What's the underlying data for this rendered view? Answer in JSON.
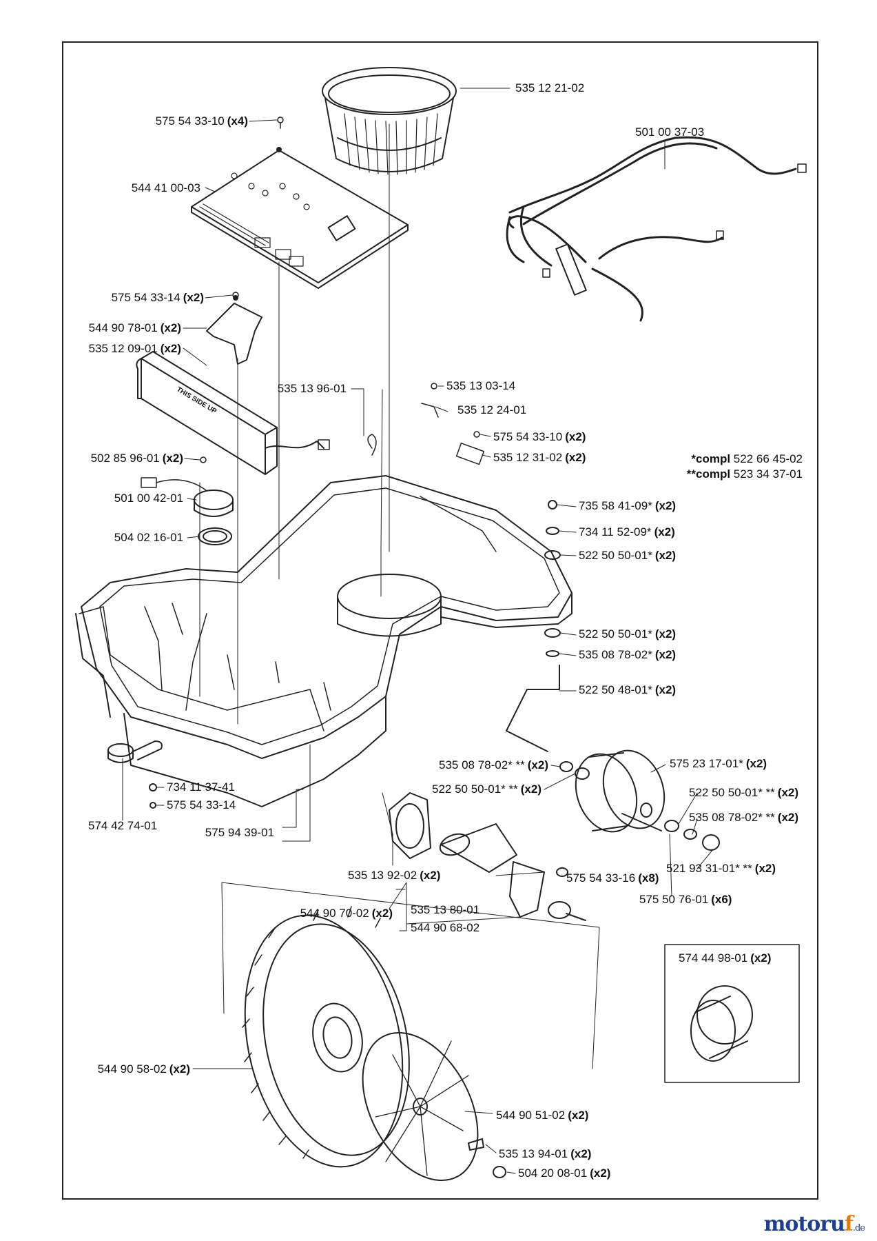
{
  "labels": [
    {
      "id": "l1",
      "part": "535 12 21-02",
      "qty": ""
    },
    {
      "id": "l2",
      "part": "575 54 33-10",
      "qty": "(x4)"
    },
    {
      "id": "l3",
      "part": "501 00 37-03",
      "qty": ""
    },
    {
      "id": "l4",
      "part": "544 41 00-03",
      "qty": ""
    },
    {
      "id": "l5",
      "part": "575 54 33-14",
      "qty": "(x2)"
    },
    {
      "id": "l6",
      "part": "544 90 78-01",
      "qty": "(x2)"
    },
    {
      "id": "l7",
      "part": "535 12 09-01",
      "qty": "(x2)"
    },
    {
      "id": "l8",
      "part": "535 13 96-01",
      "qty": ""
    },
    {
      "id": "l9",
      "part": "535 13 03-14",
      "qty": ""
    },
    {
      "id": "l10",
      "part": "535 12 24-01",
      "qty": ""
    },
    {
      "id": "l11",
      "part": "575 54 33-10",
      "qty": "(x2)"
    },
    {
      "id": "l12",
      "part": "535 12 31-02",
      "qty": "(x2)"
    },
    {
      "id": "l13",
      "part": "502 85 96-01",
      "qty": "(x2)"
    },
    {
      "id": "l14",
      "part": "501 00 42-01",
      "qty": ""
    },
    {
      "id": "l15",
      "part": "504 02 16-01",
      "qty": ""
    },
    {
      "id": "l16",
      "part": "735 58 41-09*",
      "qty": "(x2)"
    },
    {
      "id": "l17",
      "part": "734 11 52-09*",
      "qty": "(x2)"
    },
    {
      "id": "l18",
      "part": "522 50 50-01*",
      "qty": "(x2)"
    },
    {
      "id": "l19",
      "part": "522 50 50-01*",
      "qty": "(x2)"
    },
    {
      "id": "l20",
      "part": "535 08 78-02*",
      "qty": "(x2)"
    },
    {
      "id": "l21",
      "part": "522 50 48-01*",
      "qty": "(x2)"
    },
    {
      "id": "l22",
      "part": "535 08 78-02* **",
      "qty": "(x2)"
    },
    {
      "id": "l23",
      "part": "575 23 17-01*",
      "qty": "(x2)"
    },
    {
      "id": "l24",
      "part": "522 50 50-01* **",
      "qty": "(x2)"
    },
    {
      "id": "l25",
      "part": "522 50 50-01* **",
      "qty": "(x2)"
    },
    {
      "id": "l26",
      "part": "535 08 78-02* **",
      "qty": "(x2)"
    },
    {
      "id": "l27",
      "part": "734 11 37-41",
      "qty": ""
    },
    {
      "id": "l28",
      "part": "575 54 33-14",
      "qty": ""
    },
    {
      "id": "l29",
      "part": "574 42 74-01",
      "qty": ""
    },
    {
      "id": "l30",
      "part": "575 94 39-01",
      "qty": ""
    },
    {
      "id": "l31",
      "part": "521 93 31-01* **",
      "qty": "(x2)"
    },
    {
      "id": "l32",
      "part": "535 13 92-02",
      "qty": "(x2)"
    },
    {
      "id": "l33",
      "part": "575 54 33-16",
      "qty": "(x8)"
    },
    {
      "id": "l34",
      "part": "575 50 76-01",
      "qty": "(x6)"
    },
    {
      "id": "l35",
      "part": "544 90 70-02",
      "qty": "(x2)"
    },
    {
      "id": "l36",
      "part": "535 13 80-01",
      "qty": ""
    },
    {
      "id": "l37",
      "part": "544 90 68-02",
      "qty": ""
    },
    {
      "id": "l38",
      "part": "574 44 98-01",
      "qty": "(x2)"
    },
    {
      "id": "l39",
      "part": "544 90 58-02",
      "qty": "(x2)"
    },
    {
      "id": "l40",
      "part": "544 90 51-02",
      "qty": "(x2)"
    },
    {
      "id": "l41",
      "part": "535 13 94-01",
      "qty": "(x2)"
    },
    {
      "id": "l42",
      "part": "504 20 08-01",
      "qty": "(x2)"
    }
  ],
  "notes": {
    "compl1_prefix": "*compl",
    "compl1_part": "522 66 45-02",
    "compl2_prefix": "**compl",
    "compl2_part": "523 34 37-01"
  },
  "battery_text": "THIS SIDE UP",
  "logo": {
    "main": "motoru",
    "accent": "f",
    "suffix": ".de"
  },
  "colors": {
    "line": "#222222",
    "logo_blue": "#1e3f8a",
    "logo_orange": "#e07a10"
  }
}
